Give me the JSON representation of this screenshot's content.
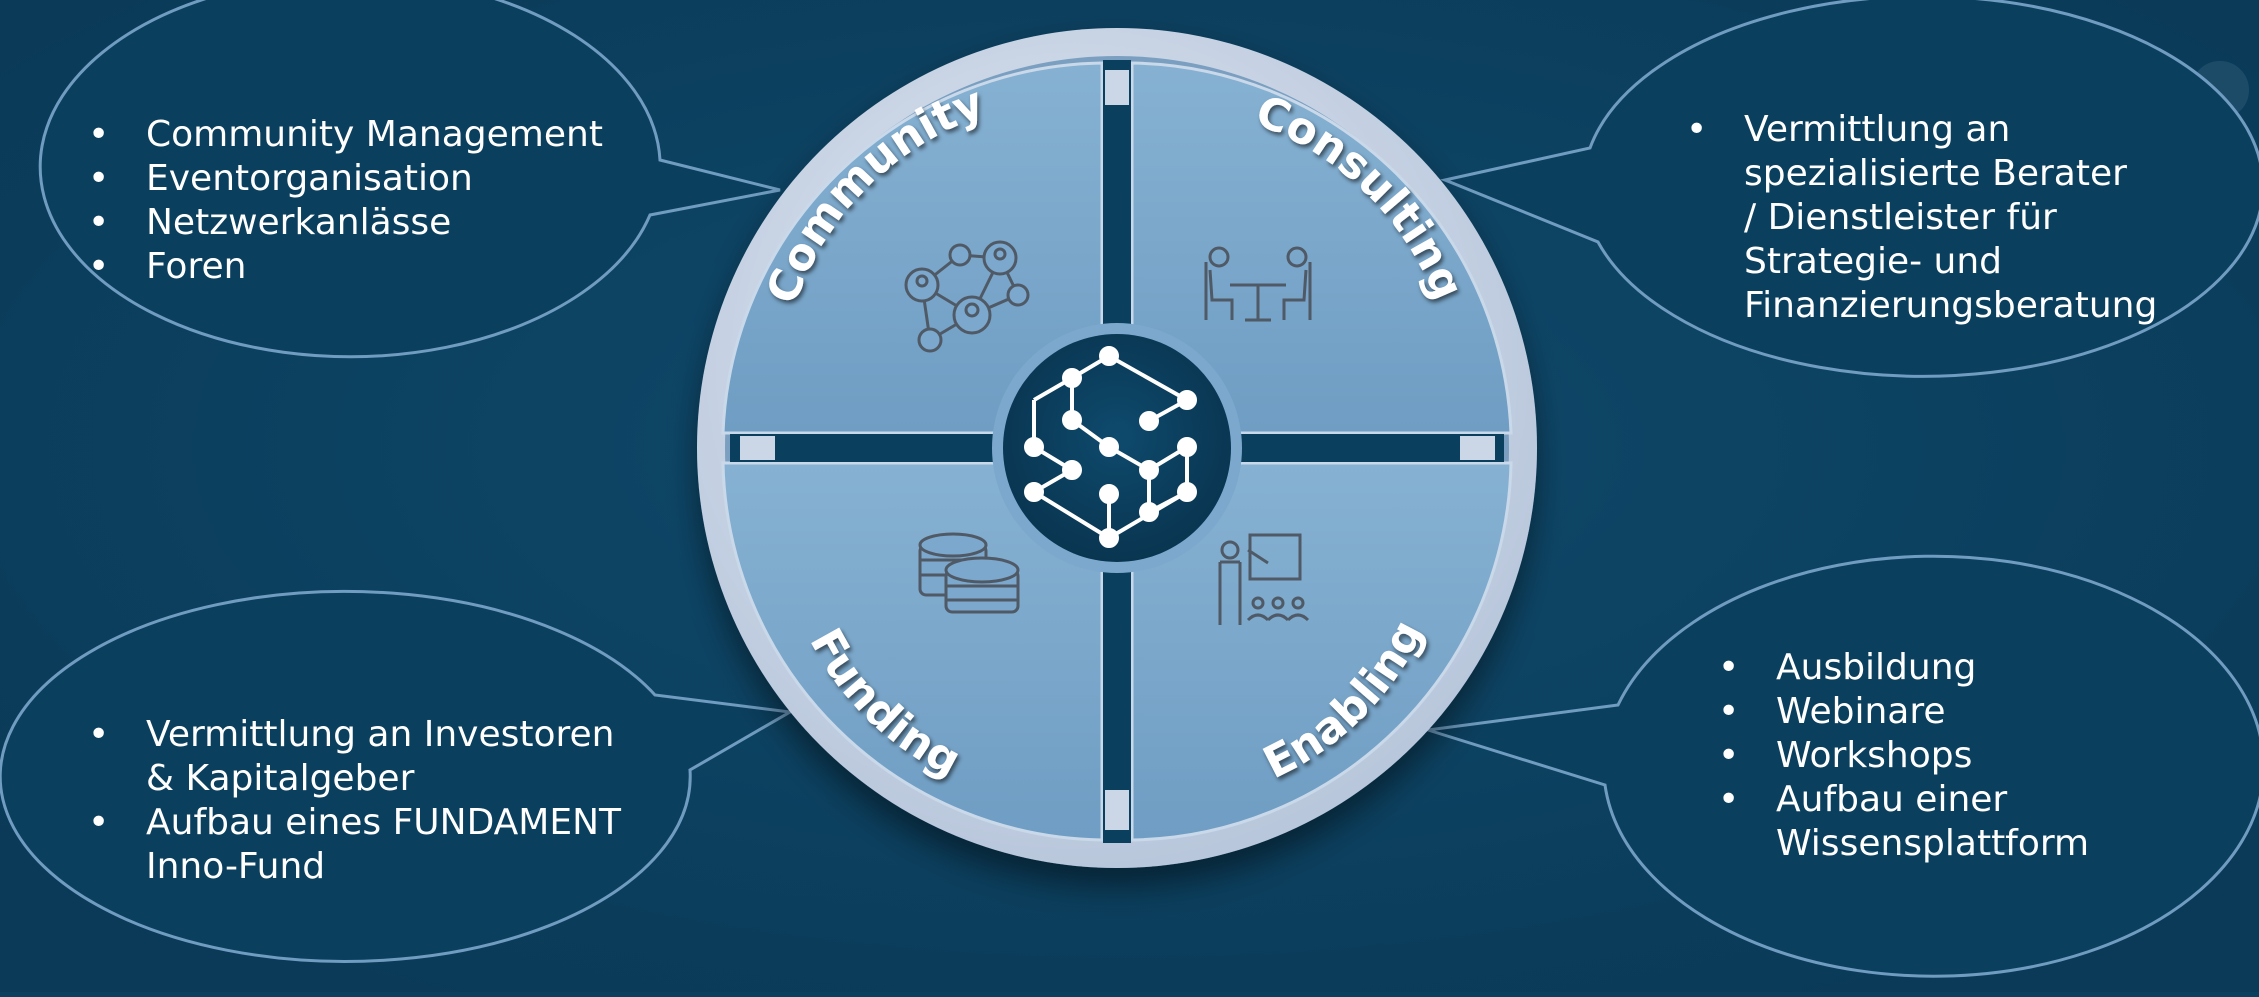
{
  "colors": {
    "background": "#0b3f5e",
    "segment": "#7ba8cc",
    "ring": "#cbd6e6",
    "callout_stroke": "#6f9cc0",
    "text": "#ffffff"
  },
  "hub": {
    "icon": "network-s-logo-icon"
  },
  "segments": [
    {
      "label": "Community",
      "icon": "network-people-icon"
    },
    {
      "label": "Consulting",
      "icon": "meeting-table-icon"
    },
    {
      "label": "Funding",
      "icon": "coin-stacks-icon"
    },
    {
      "label": "Enabling",
      "icon": "presentation-teacher-icon"
    }
  ],
  "callouts": {
    "community": [
      "Community Management",
      "Eventorganisation",
      "Netzwerkanlässe",
      "Foren"
    ],
    "consulting": [
      "Vermittlung an spezialisierte Berater / Dienstleister für Strategie- und Finanzierungsberatung"
    ],
    "funding": [
      "Vermittlung an Investoren & Kapitalgeber",
      "Aufbau eines FUNDAMENT Inno-Fund"
    ],
    "enabling": [
      "Ausbildung",
      "Webinare",
      "Workshops",
      "Aufbau einer Wissensplattform"
    ]
  }
}
